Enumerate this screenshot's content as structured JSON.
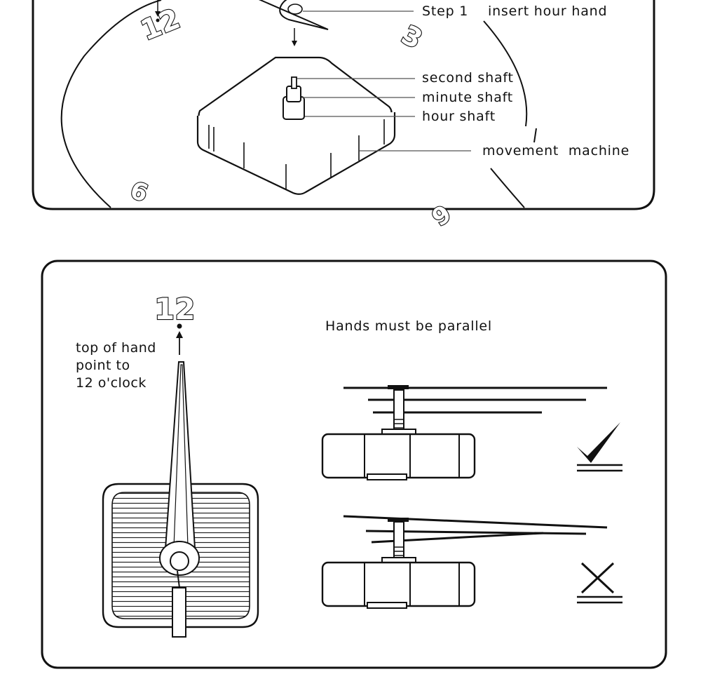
{
  "top_panel": {
    "step_label": "Step 1",
    "step_text": "insert hour hand",
    "second_shaft": "second shaft",
    "minute_shaft": "minute shaft",
    "hour_shaft": "hour shaft",
    "movement_machine": "movement  machine",
    "dial": {
      "n12": "12",
      "n3": "3",
      "n6": "6",
      "n9": "9"
    }
  },
  "bottom_panel": {
    "numeral_12": "12",
    "top_of_hand": "top of hand\npoint to\n12 o'clock",
    "parallel_note": "Hands must be parallel",
    "correct_mark": "check-mark-icon",
    "wrong_mark": "cross-mark-icon"
  }
}
